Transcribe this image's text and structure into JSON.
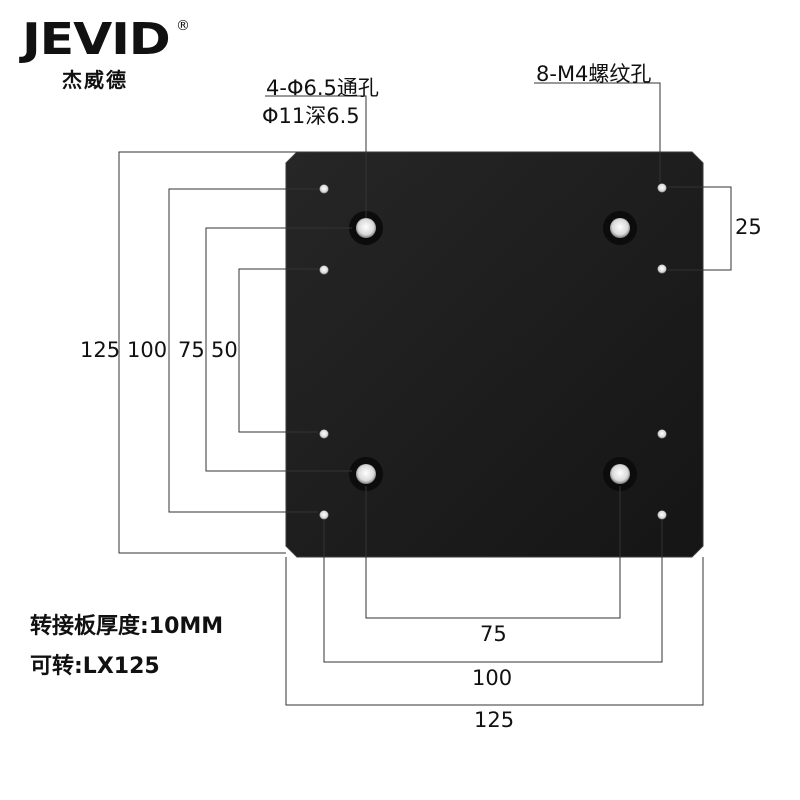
{
  "brand": {
    "name": "JEVID",
    "registered_mark": "®",
    "chinese_name": "杰威德"
  },
  "annotations": {
    "through_holes_line1": "4-Φ6.5通孔",
    "through_holes_line2": "Φ11深6.5",
    "threaded_holes": "8-M4螺纹孔",
    "dim_right_25": "25",
    "dim_left_125": "125",
    "dim_left_100": "100",
    "dim_left_75": "75",
    "dim_left_50": "50",
    "dim_bottom_75": "75",
    "dim_bottom_100": "100",
    "dim_bottom_125": "125"
  },
  "notes": {
    "thickness": "转接板厚度:10MM",
    "compatible": "可转:LX125"
  },
  "colors": {
    "plate": "#1b1b1b",
    "plate_edge": "#2e2e2e",
    "line": "#333333"
  }
}
